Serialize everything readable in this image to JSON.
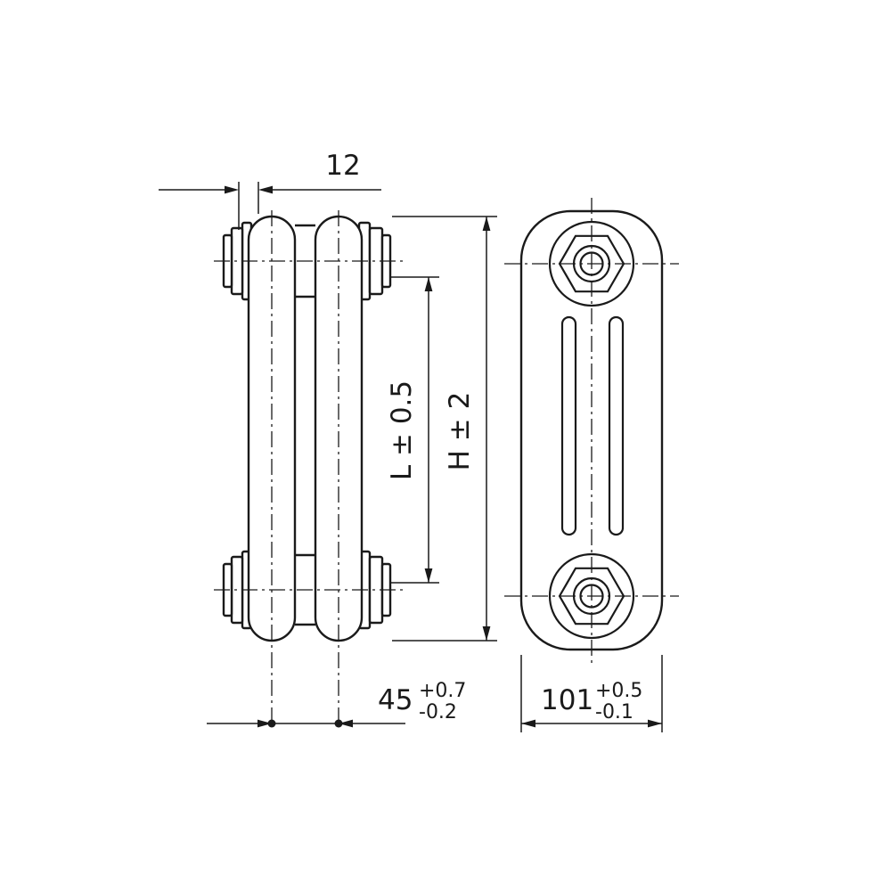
{
  "drawing": {
    "background": "#ffffff",
    "line_color": "#1a1a1a",
    "dimensions": {
      "pitch": {
        "label": "12"
      },
      "length": {
        "label": "L ± 0.5"
      },
      "height": {
        "label": "H ± 2"
      },
      "depth": {
        "value": "45",
        "tol_plus": "+0.7",
        "tol_minus": "-0.2"
      },
      "width": {
        "value": "101",
        "tol_plus": "+0.5",
        "tol_minus": "-0.1"
      }
    }
  }
}
